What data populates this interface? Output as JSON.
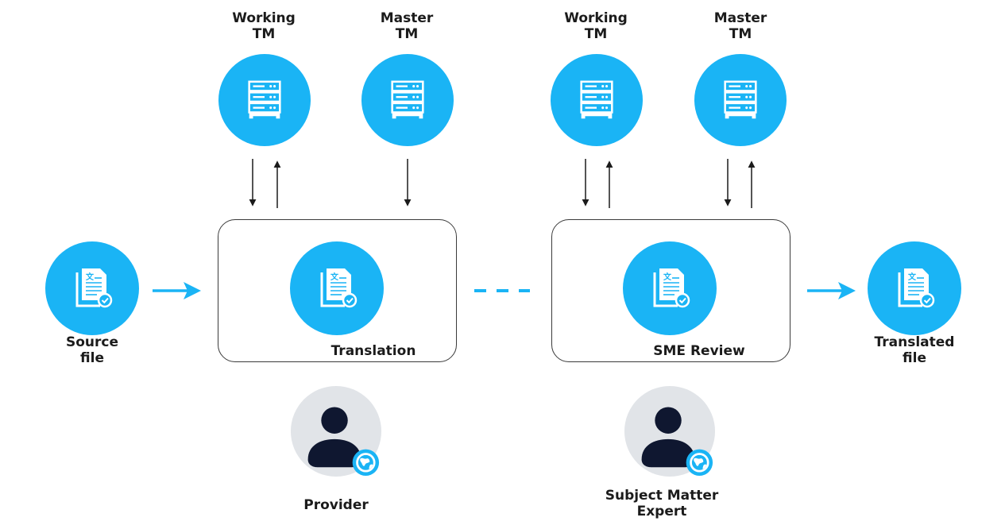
{
  "diagram": {
    "title": "Translation workflow with SME Review",
    "colors": {
      "accent": "#1ab4f5",
      "avatar_bg": "#e1e4e8",
      "avatar_fg": "#0f1730",
      "text": "#1b1b1b",
      "arrow_dark": "#1b1b1b",
      "box_border": "#3a3a3a"
    },
    "nodes": {
      "source_file": {
        "label": "Source\nfile",
        "icon": "translated-document-icon"
      },
      "translated_file": {
        "label": "Translated\nfile",
        "icon": "translated-document-icon"
      },
      "translation_step": {
        "label": "Translation",
        "icon": "translated-document-icon"
      },
      "sme_review_step": {
        "label": "SME Review",
        "icon": "translated-document-icon"
      },
      "tm1_working": {
        "label": "Working\nTM",
        "icon": "server-icon"
      },
      "tm1_master": {
        "label": "Master\nTM",
        "icon": "server-icon"
      },
      "tm2_working": {
        "label": "Working\nTM",
        "icon": "server-icon"
      },
      "tm2_master": {
        "label": "Master\nTM",
        "icon": "server-icon"
      },
      "provider": {
        "label": "Provider",
        "icon": "user-globe-icon"
      },
      "sme": {
        "label": "Subject Matter\nExpert",
        "icon": "user-globe-icon"
      }
    },
    "connections": [
      {
        "from": "source_file",
        "to": "translation_step",
        "style": "solid-blue"
      },
      {
        "from": "translation_step",
        "to": "sme_review_step",
        "style": "dashed-blue"
      },
      {
        "from": "sme_review_step",
        "to": "translated_file",
        "style": "solid-blue"
      },
      {
        "from": "tm1_working",
        "to": "translation_step",
        "style": "dark"
      },
      {
        "from": "translation_step",
        "to": "tm1_working",
        "style": "dark"
      },
      {
        "from": "tm1_master",
        "to": "translation_step",
        "style": "dark"
      },
      {
        "from": "tm2_working",
        "to": "sme_review_step",
        "style": "dark"
      },
      {
        "from": "sme_review_step",
        "to": "tm2_working",
        "style": "dark"
      },
      {
        "from": "tm2_master",
        "to": "sme_review_step",
        "style": "dark"
      },
      {
        "from": "sme_review_step",
        "to": "tm2_master",
        "style": "dark"
      }
    ]
  }
}
